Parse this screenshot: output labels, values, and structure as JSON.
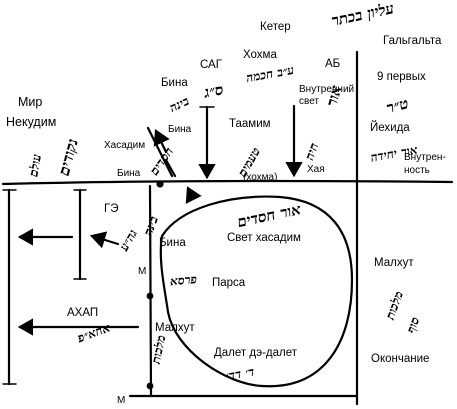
{
  "labels": {
    "mir_nekudim_1": "Мир",
    "mir_nekudim_2": "Некудим",
    "keter": "Кетер",
    "galgalta": "Гальгальта",
    "hohma": "Хохма",
    "ab": "АБ",
    "sag": "САГ",
    "binah_top": "Бина",
    "vnutr_svet_1": "Внутренний",
    "vnutr_svet_2": "свет",
    "devyat_1": "9 первых",
    "yehida": "Йехида",
    "vnutrennost_1": "Внутрен-",
    "vnutrennost_2": "ность",
    "binah_small": "Бина",
    "hasadim_small": "Хасадим",
    "taamim": "Таамим",
    "hohma_paren": "(хохма)",
    "haya": "Хая",
    "binah_left": "Бина",
    "ge": "ГЭ",
    "binah_mid": "Бина",
    "svet_hasadim": "Свет хасадим",
    "m_upper": "М",
    "parsa": "Парса",
    "ahap": "АХАП",
    "malhut_left": "Малхут",
    "malhut_right": "Малхут",
    "dalet": "Далет дэ-далет",
    "okonchanie": "Окончание",
    "m_lower": "М"
  },
  "hebrew": {
    "keter": "עליון בכתר",
    "hohma": "ע״ב חכמה",
    "sag": "ס״ג",
    "binah": "בינה",
    "hasadim_tilt": "חסדים",
    "taamim": "טעמים",
    "haya": "חיה",
    "ohr": "אור",
    "tet_reish": "ט״ר",
    "yehida": "אור יחידה",
    "nekudim": "נקודים",
    "olam": "עולם",
    "ohr_hasadim": "אור חסדים",
    "ge": "גה״ע",
    "binah_mid": "בינה",
    "parsa": "פרסא",
    "ahap": "אחא״פ",
    "malhut_vert": "מלכות",
    "malhut_right": "מלכות",
    "sof": "סוף",
    "dalet": "ד׳ דד׳"
  },
  "icons": {
    "arrow": "arrow-icon",
    "node": "dot-icon"
  }
}
